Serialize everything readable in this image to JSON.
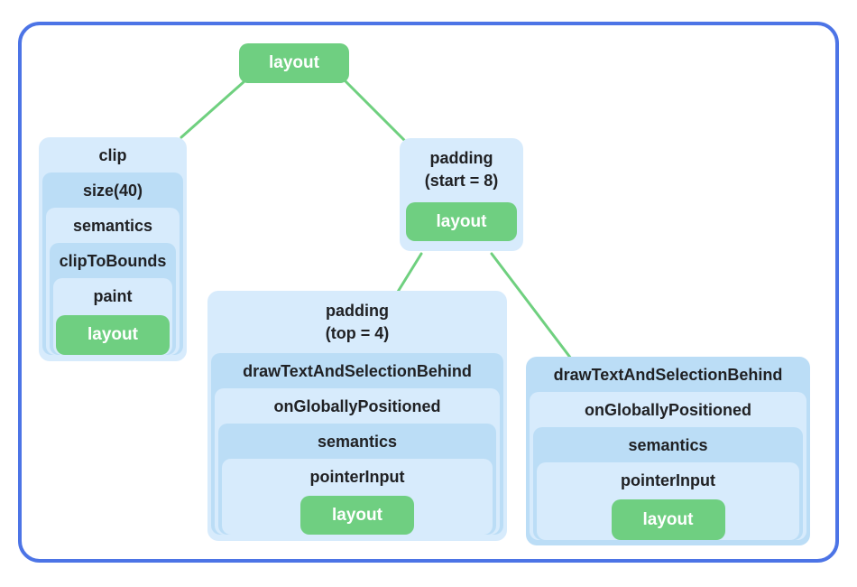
{
  "colors": {
    "frame_border": "#4C74E6",
    "node_light": "#D7EBFC",
    "node_dark": "#BBDDF6",
    "leaf_green": "#6FCF81",
    "connector_green": "#6FD07F",
    "text": "#202124",
    "leaf_text": "#FFFFFF",
    "canvas_bg": "#FFFFFF"
  },
  "tree": {
    "root": {
      "label": "layout"
    },
    "clip_chain": {
      "title": "clip",
      "layers": [
        "size(40)",
        "semantics",
        "clipToBounds",
        "paint"
      ],
      "leaf_label": "layout"
    },
    "padding_start_node": {
      "title": "padding",
      "subtitle": "(start = 8)",
      "leaf_label": "layout"
    },
    "padding_top_chain": {
      "title": "padding",
      "subtitle": "(top = 4)",
      "layers": [
        "drawTextAndSelectionBehind",
        "onGloballyPositioned",
        "semantics",
        "pointerInput"
      ],
      "leaf_label": "layout"
    },
    "draw_text_chain": {
      "title": "drawTextAndSelectionBehind",
      "layers": [
        "onGloballyPositioned",
        "semantics",
        "pointerInput"
      ],
      "leaf_label": "layout"
    }
  }
}
